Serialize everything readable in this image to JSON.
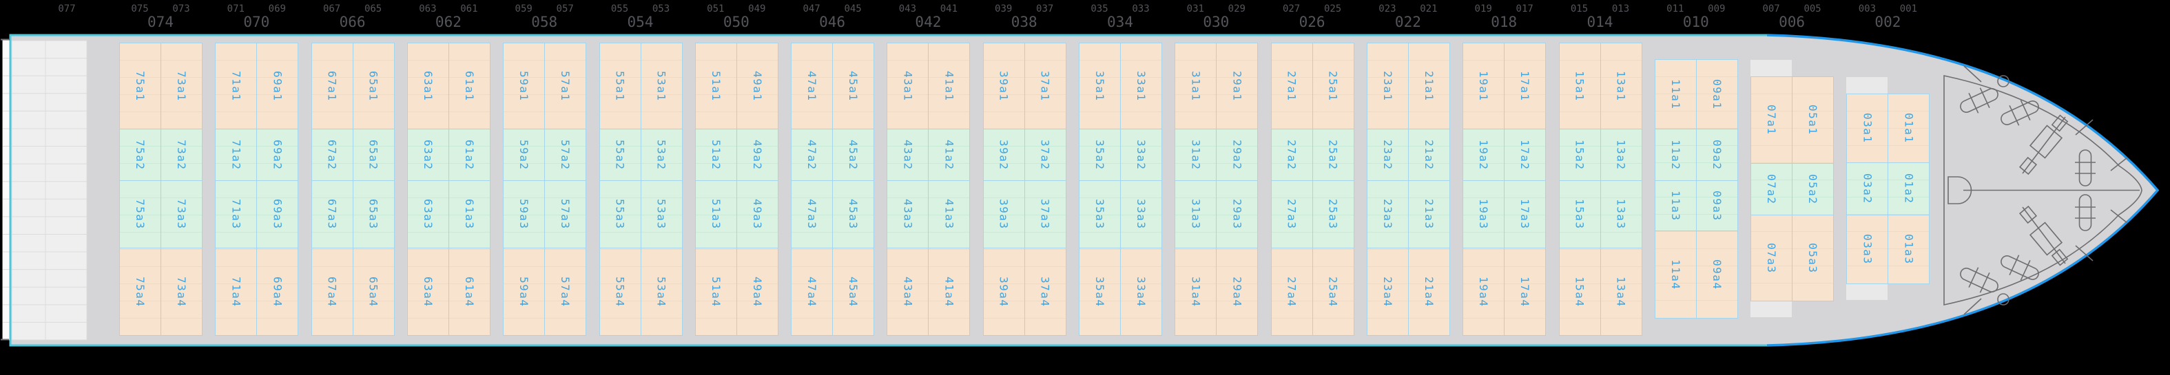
{
  "title": "vessel-bay-deck-plan",
  "colors": {
    "background": "#000000",
    "deck": "#d5d5d7",
    "hull_outline_cyan": "#4ec7db",
    "hull_outline_blue": "#2196e8",
    "stern_block": "#efeff0",
    "stern_block_line": "#dcdcde",
    "slot_orange": "#f8e4ce",
    "slot_orange_line": "#efdbc4",
    "slot_green": "#d9f2e2",
    "slot_green_line": "#c9ead7",
    "slot_border": "#a5d4ed",
    "slot_label": "#41a5e1",
    "axis_text": "#54555a",
    "hatch_tab": "#e9e9ea",
    "bow_gear_line": "#6e6e72"
  },
  "axis": {
    "odd_labels": [
      "077",
      "075",
      "073",
      "071",
      "069",
      "067",
      "065",
      "063",
      "061",
      "059",
      "057",
      "055",
      "053",
      "051",
      "049",
      "047",
      "045",
      "043",
      "041",
      "039",
      "037",
      "035",
      "033",
      "031",
      "029",
      "027",
      "025",
      "023",
      "021",
      "019",
      "017",
      "015",
      "013",
      "011",
      "009",
      "007",
      "005",
      "003",
      "001"
    ],
    "even_labels": [
      "074",
      "070",
      "066",
      "062",
      "058",
      "054",
      "050",
      "046",
      "042",
      "038",
      "034",
      "030",
      "026",
      "022",
      "018",
      "014",
      "010",
      "006",
      "002"
    ]
  },
  "tier_colors": {
    "full4": [
      "orange",
      "green",
      "green",
      "orange"
    ],
    "shift4": [
      "orange",
      "green",
      "green",
      "orange"
    ],
    "short3a": [
      "orange",
      "green",
      "orange"
    ],
    "short3b": [
      "orange",
      "green",
      "orange"
    ]
  },
  "blocks": [
    {
      "even_bay": "074",
      "type": "full4",
      "tabs": false,
      "columns": [
        {
          "bay": "75",
          "cells": [
            "75a1",
            "75a2",
            "75a3",
            "75a4"
          ]
        },
        {
          "bay": "73",
          "cells": [
            "73a1",
            "73a2",
            "73a3",
            "73a4"
          ]
        }
      ]
    },
    {
      "even_bay": "070",
      "type": "full4",
      "tabs": false,
      "columns": [
        {
          "bay": "71",
          "cells": [
            "71a1",
            "71a2",
            "71a3",
            "71a4"
          ]
        },
        {
          "bay": "69",
          "cells": [
            "69a1",
            "69a2",
            "69a3",
            "69a4"
          ]
        }
      ]
    },
    {
      "even_bay": "066",
      "type": "full4",
      "tabs": false,
      "columns": [
        {
          "bay": "67",
          "cells": [
            "67a1",
            "67a2",
            "67a3",
            "67a4"
          ]
        },
        {
          "bay": "65",
          "cells": [
            "65a1",
            "65a2",
            "65a3",
            "65a4"
          ]
        }
      ]
    },
    {
      "even_bay": "062",
      "type": "full4",
      "tabs": false,
      "columns": [
        {
          "bay": "63",
          "cells": [
            "63a1",
            "63a2",
            "63a3",
            "63a4"
          ]
        },
        {
          "bay": "61",
          "cells": [
            "61a1",
            "61a2",
            "61a3",
            "61a4"
          ]
        }
      ]
    },
    {
      "even_bay": "058",
      "type": "full4",
      "tabs": false,
      "columns": [
        {
          "bay": "59",
          "cells": [
            "59a1",
            "59a2",
            "59a3",
            "59a4"
          ]
        },
        {
          "bay": "57",
          "cells": [
            "57a1",
            "57a2",
            "57a3",
            "57a4"
          ]
        }
      ]
    },
    {
      "even_bay": "054",
      "type": "full4",
      "tabs": false,
      "columns": [
        {
          "bay": "55",
          "cells": [
            "55a1",
            "55a2",
            "55a3",
            "55a4"
          ]
        },
        {
          "bay": "53",
          "cells": [
            "53a1",
            "53a2",
            "53a3",
            "53a4"
          ]
        }
      ]
    },
    {
      "even_bay": "050",
      "type": "full4",
      "tabs": false,
      "columns": [
        {
          "bay": "51",
          "cells": [
            "51a1",
            "51a2",
            "51a3",
            "51a4"
          ]
        },
        {
          "bay": "49",
          "cells": [
            "49a1",
            "49a2",
            "49a3",
            "49a4"
          ]
        }
      ]
    },
    {
      "even_bay": "046",
      "type": "full4",
      "tabs": false,
      "columns": [
        {
          "bay": "47",
          "cells": [
            "47a1",
            "47a2",
            "47a3",
            "47a4"
          ]
        },
        {
          "bay": "45",
          "cells": [
            "45a1",
            "45a2",
            "45a3",
            "45a4"
          ]
        }
      ]
    },
    {
      "even_bay": "042",
      "type": "full4",
      "tabs": false,
      "columns": [
        {
          "bay": "43",
          "cells": [
            "43a1",
            "43a2",
            "43a3",
            "43a4"
          ]
        },
        {
          "bay": "41",
          "cells": [
            "41a1",
            "41a2",
            "41a3",
            "41a4"
          ]
        }
      ]
    },
    {
      "even_bay": "038",
      "type": "full4",
      "tabs": false,
      "columns": [
        {
          "bay": "39",
          "cells": [
            "39a1",
            "39a2",
            "39a3",
            "39a4"
          ]
        },
        {
          "bay": "37",
          "cells": [
            "37a1",
            "37a2",
            "37a3",
            "37a4"
          ]
        }
      ]
    },
    {
      "even_bay": "034",
      "type": "full4",
      "tabs": false,
      "columns": [
        {
          "bay": "35",
          "cells": [
            "35a1",
            "35a2",
            "35a3",
            "35a4"
          ]
        },
        {
          "bay": "33",
          "cells": [
            "33a1",
            "33a2",
            "33a3",
            "33a4"
          ]
        }
      ]
    },
    {
      "even_bay": "030",
      "type": "full4",
      "tabs": false,
      "columns": [
        {
          "bay": "31",
          "cells": [
            "31a1",
            "31a2",
            "31a3",
            "31a4"
          ]
        },
        {
          "bay": "29",
          "cells": [
            "29a1",
            "29a2",
            "29a3",
            "29a4"
          ]
        }
      ]
    },
    {
      "even_bay": "026",
      "type": "full4",
      "tabs": false,
      "columns": [
        {
          "bay": "27",
          "cells": [
            "27a1",
            "27a2",
            "27a3",
            "27a4"
          ]
        },
        {
          "bay": "25",
          "cells": [
            "25a1",
            "25a2",
            "25a3",
            "25a4"
          ]
        }
      ]
    },
    {
      "even_bay": "022",
      "type": "full4",
      "tabs": false,
      "columns": [
        {
          "bay": "23",
          "cells": [
            "23a1",
            "23a2",
            "23a3",
            "23a4"
          ]
        },
        {
          "bay": "21",
          "cells": [
            "21a1",
            "21a2",
            "21a3",
            "21a4"
          ]
        }
      ]
    },
    {
      "even_bay": "018",
      "type": "full4",
      "tabs": false,
      "columns": [
        {
          "bay": "19",
          "cells": [
            "19a1",
            "19a2",
            "19a3",
            "19a4"
          ]
        },
        {
          "bay": "17",
          "cells": [
            "17a1",
            "17a2",
            "17a3",
            "17a4"
          ]
        }
      ]
    },
    {
      "even_bay": "014",
      "type": "full4",
      "tabs": false,
      "columns": [
        {
          "bay": "15",
          "cells": [
            "15a1",
            "15a2",
            "15a3",
            "15a4"
          ]
        },
        {
          "bay": "13",
          "cells": [
            "13a1",
            "13a2",
            "13a3",
            "13a4"
          ]
        }
      ]
    },
    {
      "even_bay": "010",
      "type": "shift4",
      "tabs": false,
      "columns": [
        {
          "bay": "11",
          "cells": [
            "11a1",
            "11a2",
            "11a3",
            "11a4"
          ]
        },
        {
          "bay": "09",
          "cells": [
            "09a1",
            "09a2",
            "09a3",
            "09a4"
          ]
        }
      ]
    },
    {
      "even_bay": "006",
      "type": "short3a",
      "tabs": true,
      "columns": [
        {
          "bay": "07",
          "cells": [
            "07a1",
            "07a2",
            "07a3"
          ]
        },
        {
          "bay": "05",
          "cells": [
            "05a1",
            "05a2",
            "05a3"
          ]
        }
      ]
    },
    {
      "even_bay": "002",
      "type": "short3b",
      "tabs": true,
      "columns": [
        {
          "bay": "03",
          "cells": [
            "03a1",
            "03a2",
            "03a3"
          ]
        },
        {
          "bay": "01",
          "cells": [
            "01a1",
            "01a2",
            "01a3"
          ]
        }
      ]
    }
  ]
}
